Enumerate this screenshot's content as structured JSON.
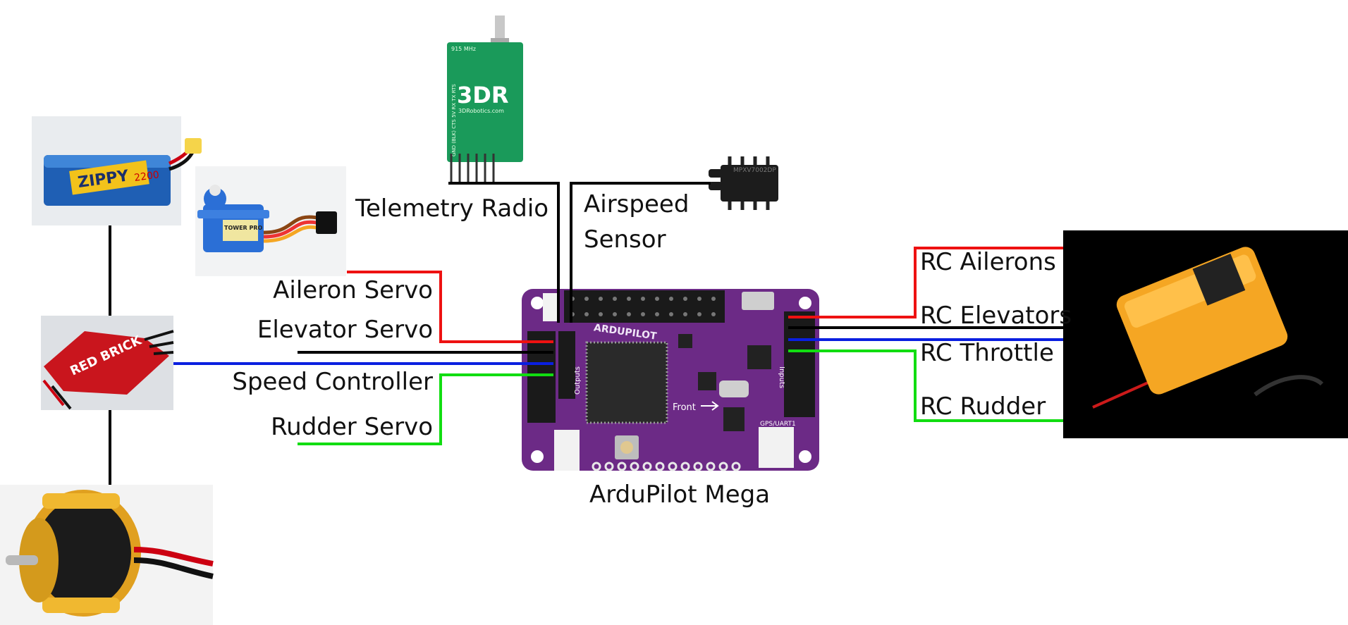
{
  "labels": {
    "telemetry_radio": "Telemetry Radio",
    "airspeed_line1": "Airspeed",
    "airspeed_line2": "Sensor",
    "aileron_servo": "Aileron Servo",
    "elevator_servo": "Elevator Servo",
    "speed_controller": "Speed Controller",
    "rudder_servo": "Rudder Servo",
    "ardupilot": "ArduPilot Mega",
    "rc_ailerons": "RC Ailerons",
    "rc_elevators": "RC Elevators",
    "rc_throttle": "RC Throttle",
    "rc_rudder": "RC Rudder"
  },
  "component_text": {
    "radio_freq": "915 MHz",
    "radio_logo": "3DR",
    "radio_site": "3DRobotics.com",
    "radio_pins": "GND (BLK) CTS 5V RX TX RTS",
    "battery_brand": "ZIPPY",
    "battery_capacity": "2200",
    "esc_brand": "RED BRICK",
    "servo_brand": "TOWER PRO",
    "sensor_part": "MPXV7002DP",
    "board_name": "ARDUPILOT",
    "board_front": "Front",
    "board_outputs": "Outputs",
    "board_inputs": "Inputs",
    "board_gps": "GPS/UART1"
  },
  "colors": {
    "ailerons_wire": "#ee1111",
    "elevators_wire": "#000000",
    "throttle_wire": "#0a1fe0",
    "rudder_wire": "#11dd11",
    "board": "#6c2a86",
    "receiver": "#f5a623"
  }
}
